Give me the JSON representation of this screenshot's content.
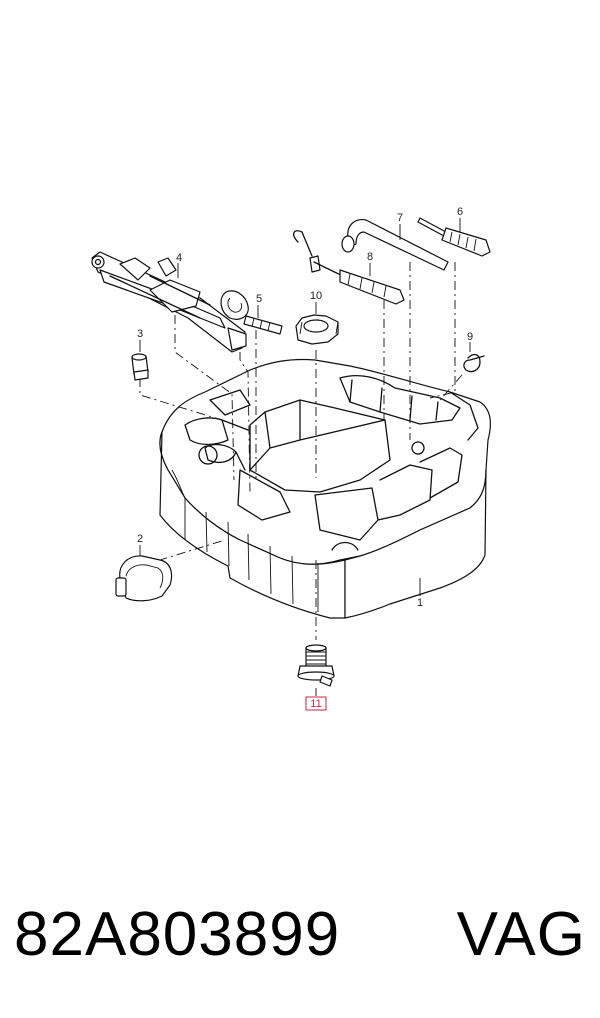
{
  "diagram": {
    "callouts": {
      "c1": "1",
      "c2": "2",
      "c3": "3",
      "c4": "4",
      "c5": "5",
      "c6": "6",
      "c7": "7",
      "c8": "8",
      "c9": "9",
      "c10": "10",
      "c11": "11"
    },
    "highlight_color": "#c8283c"
  },
  "footer": {
    "part_number": "82A803899",
    "brand": "VAG"
  }
}
